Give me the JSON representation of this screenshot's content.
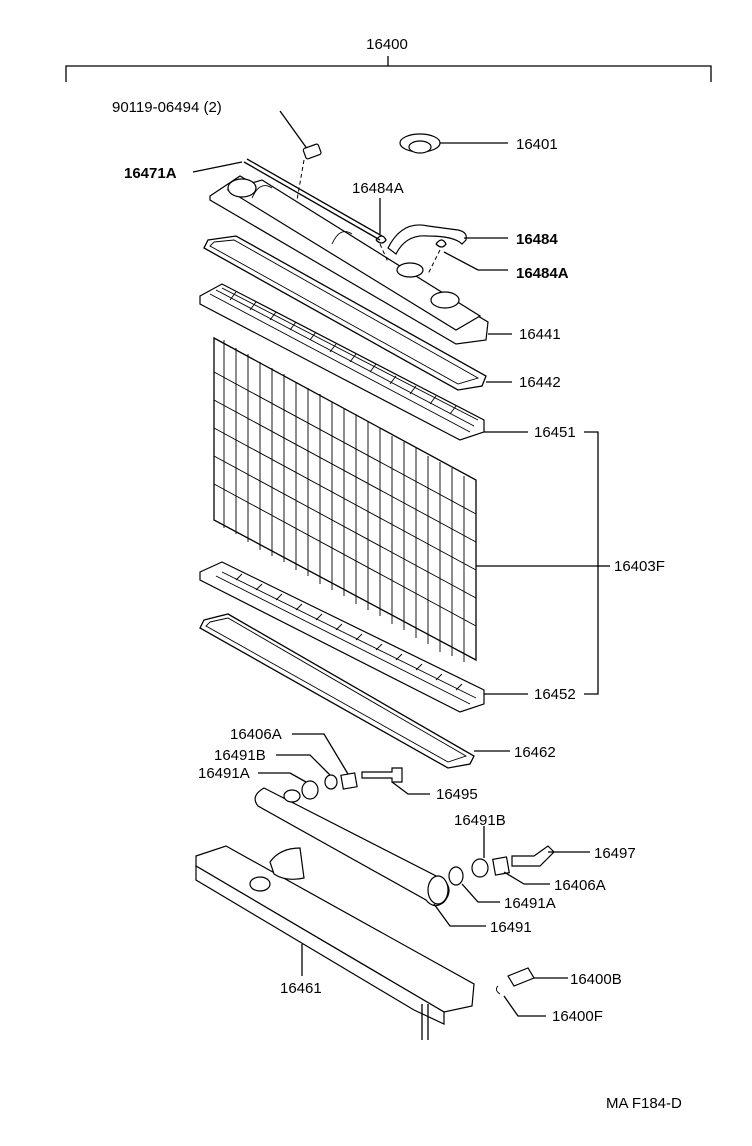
{
  "assembly_label": "16400",
  "diagram_code": "MA F184-D",
  "labels": {
    "bolt": "90119-06494 (2)",
    "cap": "16401",
    "rod": "16471A",
    "clip_upper": "16484A",
    "hose": "16484",
    "clip_lower": "16484A",
    "upper_tank": "16441",
    "upper_gasket": "16442",
    "upper_plate": "16451",
    "core": "16403F",
    "lower_plate": "16452",
    "lower_gasket": "16462",
    "lower_tank": "16461",
    "nut_left": "16406A",
    "washer_left_b": "16491B",
    "washer_left_a": "16491A",
    "pipe_left": "16495",
    "washer_right_b": "16491B",
    "pipe_right": "16497",
    "nut_right": "16406A",
    "washer_right_a": "16491A",
    "oil_cooler": "16491",
    "drain_cock": "16400B",
    "drain_gasket": "16400F"
  }
}
